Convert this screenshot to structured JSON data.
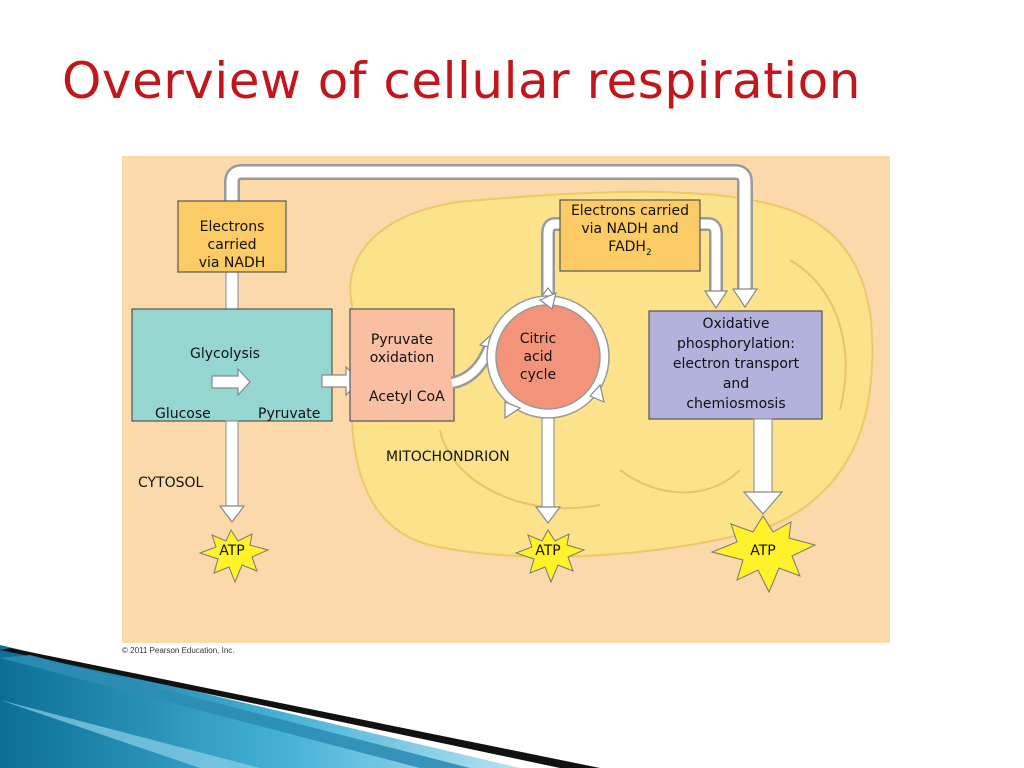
{
  "title": "Overview of cellular respiration",
  "copyright": "© 2011 Pearson Education, Inc.",
  "colors": {
    "title": "#c0161c",
    "panel_bg": "#fbd9aa",
    "mitochondrion": "#fde28c",
    "glycolysis_box": "#96d6d1",
    "pyruvate_box": "#f9bfa3",
    "citric_circle": "#f3947a",
    "oxphos_box": "#b2b2dd",
    "electron_box": "#fbcc66",
    "atp_star": "#fff12a"
  },
  "boxes": {
    "electrons_nadh": {
      "lines": [
        "Electrons",
        "carried",
        "via NADH"
      ]
    },
    "electrons_nadh_fadh": {
      "line1": "Electrons carried",
      "line2": "via NADH and",
      "line3_main": "FADH",
      "line3_sub": "2"
    },
    "glycolysis": {
      "title": "Glycolysis",
      "left": "Glucose",
      "right": "Pyruvate"
    },
    "pyruvate_oxidation": {
      "lines": [
        "Pyruvate",
        "oxidation"
      ],
      "product": "Acetyl CoA"
    },
    "citric_acid_cycle": {
      "lines": [
        "Citric",
        "acid",
        "cycle"
      ]
    },
    "oxidative_phosphorylation": {
      "lines": [
        "Oxidative",
        "phosphorylation:",
        "electron transport",
        "and",
        "chemiosmosis"
      ]
    }
  },
  "region_labels": {
    "cytosol": "CYTOSOL",
    "mitochondrion": "MITOCHONDRION"
  },
  "atp": {
    "label": "ATP"
  }
}
